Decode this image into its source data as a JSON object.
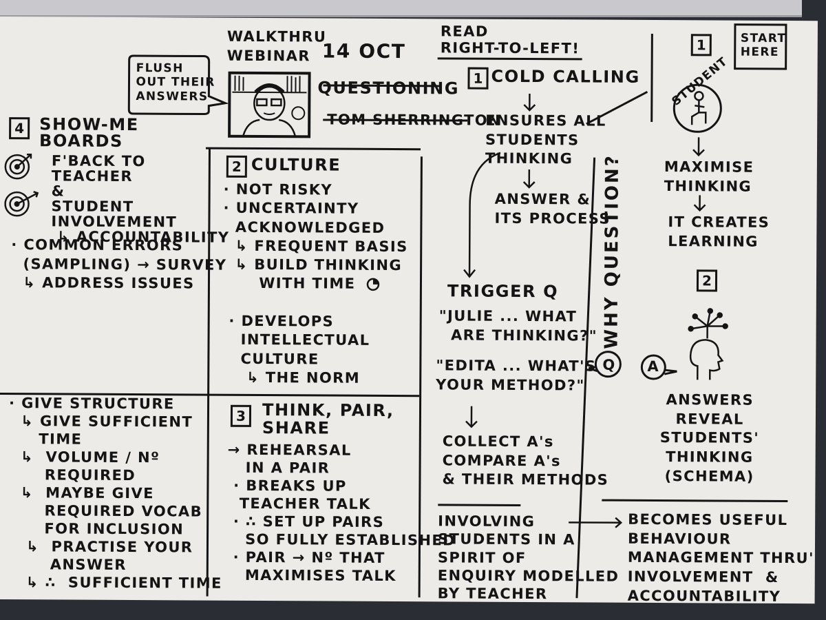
{
  "header": {
    "event": "WALKTHRU\nWEBINAR",
    "date": "14 OCT",
    "topic": "QUESTIONING",
    "speaker": "TOM SHERRINGTON",
    "speech_bubble": "FLUSH\nOUT THEIR\nANSWERS",
    "read_direction": "READ\nRIGHT-TO-LEFT!",
    "start_here": "START\nHERE"
  },
  "sections": {
    "why_question": {
      "title": "WHY QUESTION?",
      "point1_num": "1",
      "point1_label": "STUDENT",
      "point1_text": "MAXIMISE\nTHINKING",
      "point1_text2": "IT CREATES\nLEARNING",
      "point2_num": "2",
      "point2_text": "ANSWERS\nREVEAL\nSTUDENTS'\nTHINKING\n(SCHEMA)",
      "q_label": "Q",
      "a_label": "A",
      "behaviour": "BECOMES USEFUL\nBEHAVIOUR\nMANAGEMENT THRU'\nINVOLVEMENT  &\nACCOUNTABILITY"
    },
    "cold_calling": {
      "num": "1",
      "title": "COLD CALLING",
      "ensures": "ENSURES ALL\nSTUDENTS\nTHINKING",
      "answer": "ANSWER &\nITS PROCESS",
      "trigger": "TRIGGER Q",
      "quote1": "\"JULIE ... WHAT\n  ARE THINKING?\"",
      "quote2": "\"EDITA ... WHAT'S\nYOUR METHOD?\"",
      "collect": "COLLECT A's\nCOMPARE A's\n& THEIR METHODS",
      "involving": "INVOLVING\nSTUDENTS IN A\nSPIRIT OF\nENQUIRY MODELLED\nBY TEACHER"
    },
    "culture": {
      "num": "2",
      "title": "CULTURE",
      "body": "· NOT RISKY\n· UNCERTAINTY\n  ACKNOWLEDGED\n  ↳ FREQUENT BASIS\n  ↳ BUILD THINKING\n      WITH TIME\n\n · DEVELOPS\n   INTELLECTUAL\n   CULTURE\n    ↳ THE NORM"
    },
    "think_pair_share": {
      "num": "3",
      "title": "THINK, PAIR,\nSHARE",
      "body": "→ REHEARSAL\n   IN A PAIR\n · BREAKS UP\n  TEACHER TALK\n · ∴ SET UP PAIRS\n   SO FULLY ESTABLISHED\n · PAIR → Nº THAT\n   MAXIMISES TALK"
    },
    "show_me_boards": {
      "num": "4",
      "title": "SHOW-ME\nBOARDS",
      "body": "F'BACK TO\nTEACHER\n&\nSTUDENT\nINVOLVEMENT\n ↳ ACCOUNTABILITY",
      "errors": "· COMMON ERRORS\n  (SAMPLING) → SURVEY\n  ↳ ADDRESS ISSUES"
    },
    "structure": {
      "body": "· GIVE STRUCTURE\n  ↳ GIVE SUFFICIENT\n     TIME\n  ↳  VOLUME / Nº\n      REQUIRED\n  ↳  MAYBE GIVE\n      REQUIRED VOCAB\n      FOR INCLUSION\n   ↳  PRACTISE YOUR\n       ANSWER\n   ↳ ∴  SUFFICIENT TIME"
    }
  }
}
